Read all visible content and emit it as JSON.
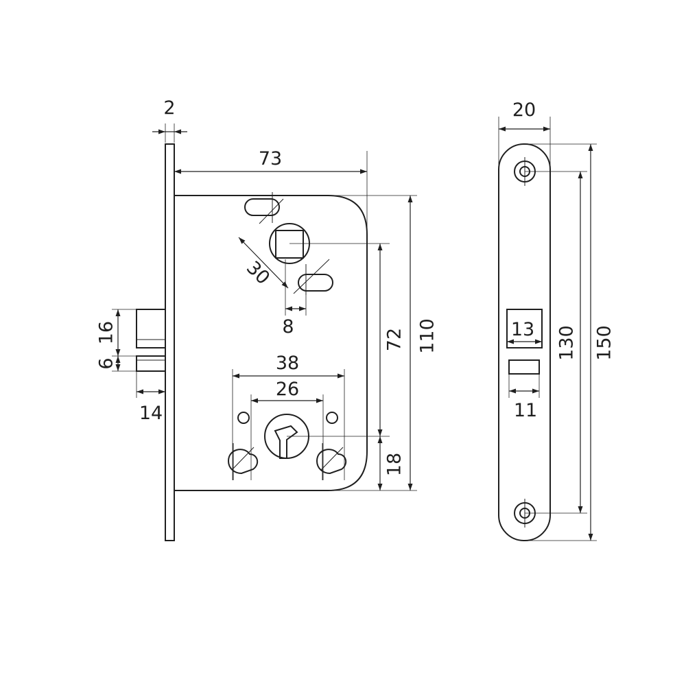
{
  "labels": {
    "plate_thickness": "2",
    "case_depth": "73",
    "hole_spacing_diag": "30",
    "slot_offset": "8",
    "latch_height": "16",
    "latch_gap": "6",
    "latch_projection": "14",
    "cylinder_span_outer": "38",
    "cylinder_span_inner": "26",
    "handle_to_cylinder": "72",
    "case_height": "110",
    "cylinder_to_bottom": "18",
    "strike_width": "20",
    "strike_window_height": "13",
    "strike_window_width": "11",
    "strike_hole_spacing": "130",
    "strike_length": "150"
  },
  "colors": {
    "line": "#1f1f1f",
    "background": "#ffffff"
  }
}
